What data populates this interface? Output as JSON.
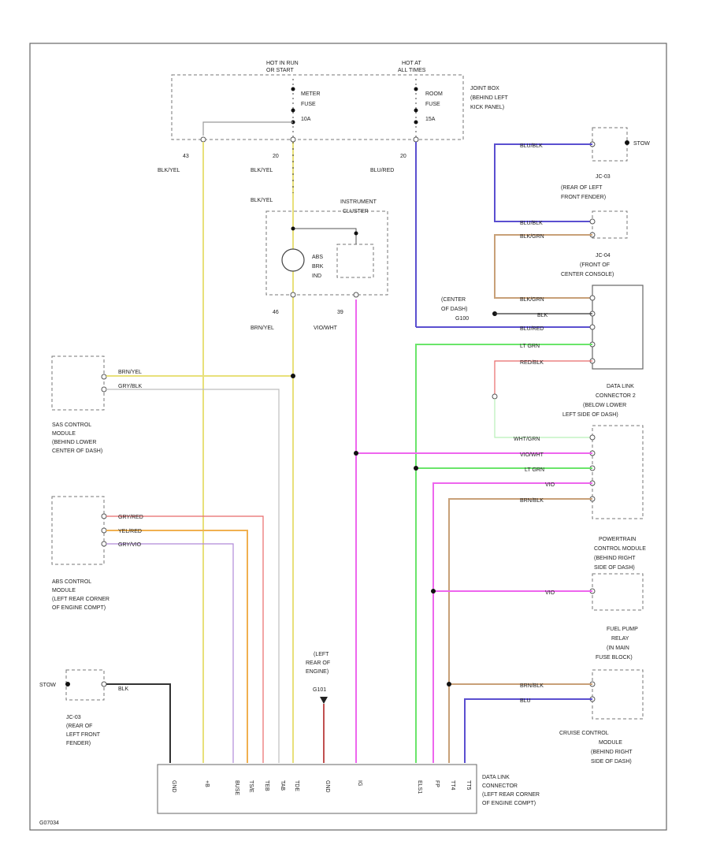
{
  "diagram": {
    "fig_code": "G07034",
    "fuses": {
      "left_hot": [
        "HOT IN RUN",
        "OR START"
      ],
      "right_hot": [
        "HOT AT",
        "ALL TIMES"
      ],
      "meter_fuse": [
        "METER",
        "FUSE",
        "10A"
      ],
      "room_fuse": [
        "ROOM",
        "FUSE",
        "15A"
      ],
      "joint_box": [
        "JOINT BOX",
        "(BEHIND LEFT",
        "KICK PANEL)"
      ]
    },
    "cluster": {
      "title": [
        "INSTRUMENT",
        "CLUSTER"
      ],
      "abs_lamp": [
        "ABS",
        "BRK",
        "IND"
      ]
    },
    "left_modules": {
      "sas": [
        "SAS CONTROL",
        "MODULE",
        "(BEHIND LOWER",
        "CENTER OF DASH)"
      ],
      "abs": [
        "ABS CONTROL",
        "MODULE",
        "(LEFT REAR CORNER",
        "OF ENGINE COMPT)"
      ],
      "jc03": [
        "JC-03",
        "(REAR OF",
        "LEFT FRONT",
        "FENDER)"
      ],
      "stow": "STOW"
    },
    "right_modules": {
      "stow": "STOW",
      "jc03": [
        "JC-03",
        "(REAR OF LEFT",
        "FRONT FENDER)"
      ],
      "jc04": [
        "JC-04",
        "(FRONT OF",
        "CENTER CONSOLE)"
      ],
      "center_of_dash": [
        "(CENTER",
        "OF DASH)",
        "G100"
      ],
      "dlc_upper": [
        "DATA LINK",
        "CONNECTOR 2",
        "(BELOW LOWER",
        "LEFT SIDE OF DASH)"
      ],
      "pcm": [
        "POWERTRAIN",
        "CONTROL MODULE",
        "(BEHIND RIGHT",
        "SIDE OF DASH)"
      ],
      "fuel_pump": [
        "FUEL PUMP",
        "RELAY",
        "(IN MAIN",
        "FUSE BLOCK)"
      ],
      "cruise": [
        "CRUISE CONTROL",
        "MODULE",
        "(BEHIND RIGHT",
        "SIDE OF DASH)"
      ]
    },
    "ground": [
      "(LEFT",
      "REAR OF",
      "ENGINE)",
      "G101"
    ],
    "dlc_bottom": [
      "DATA LINK",
      "CONNECTOR",
      "(LEFT REAR CORNER",
      "OF ENGINE COMPT)"
    ],
    "wire_labels": {
      "w1": "BLK/YEL",
      "w2": "BLK/YEL",
      "w3": "BLU/RED",
      "w4": "BLK/YEL",
      "w5": "BRN/YEL",
      "w6": "VIO/WHT",
      "c1": "43",
      "c2": "20",
      "c3": "20",
      "c4": "46",
      "c5": "39",
      "sas1": "BRN/YEL",
      "sas2": "GRY/BLK",
      "abs1": "GRY/RED",
      "abs2": "YEL/RED",
      "abs3": "GRY/VIO",
      "rt1": "BLU/BLK",
      "rt2": "BLU/BLK",
      "rt3": "BLK/GRN",
      "rt4": "BLK/GRN",
      "rt5": "BLK",
      "rt6": "BLU/RED",
      "rt7": "LT GRN",
      "rt8": "RED/BLK",
      "rt9": "WHT/GRN",
      "rt10": "VIO/WHT",
      "rt11": "LT GRN",
      "rt12": "VIO",
      "rt13": "BRN/BLK",
      "pcm1": "VIO",
      "fp1": "BRN/BLK",
      "cc1": "BLU",
      "blk": "BLK"
    },
    "bottom_pins": [
      "GND",
      "+B",
      "BUSE",
      "TS/E",
      "TEB",
      "TAB",
      "TDE",
      "GND",
      "IG",
      "ELS1",
      "FP",
      "TT4",
      "TT5"
    ]
  },
  "colors": {
    "yellow": "#e8e07a",
    "gray": "#bdbdbd",
    "blue": "#5a4fd0",
    "brown": "#c8a078",
    "green": "#6ae56a",
    "magenta": "#ee66ee",
    "red": "#e86a6a",
    "orange": "#f0b050",
    "violet": "#b08ad8",
    "dark": "#333333"
  }
}
